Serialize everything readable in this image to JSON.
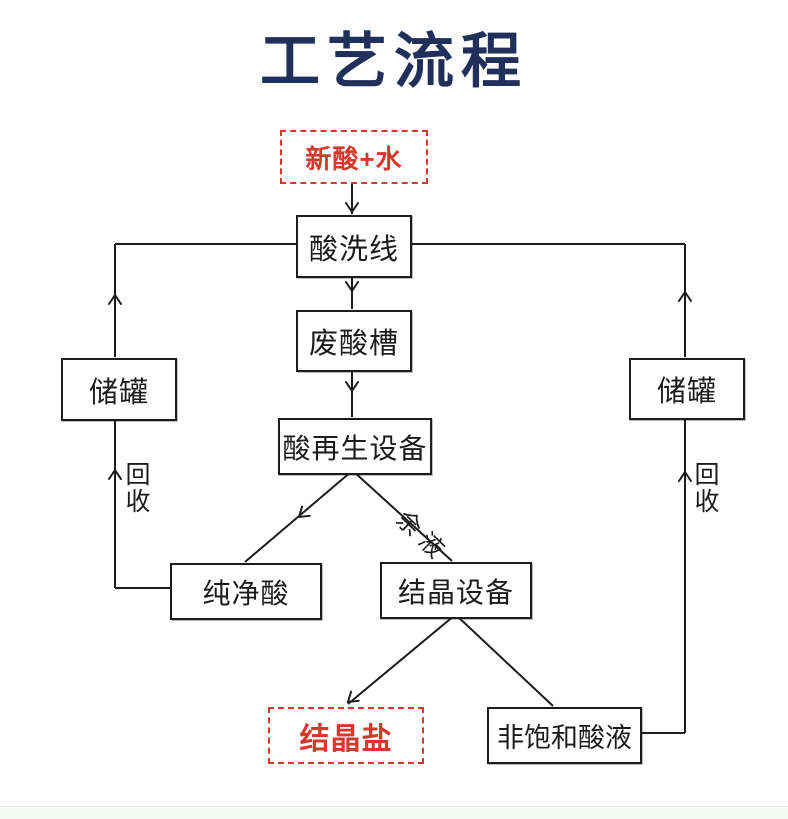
{
  "title": "工艺流程",
  "colors": {
    "title_navy": "#21305b",
    "accent_red": "#d6392b",
    "line_black": "#1c1c1c"
  },
  "nodes": {
    "fresh_acid": {
      "label": "新酸+水",
      "style": "dashed-red"
    },
    "pickling_line": {
      "label": "酸洗线",
      "style": "solid"
    },
    "waste_acid_tank": {
      "label": "废酸槽",
      "style": "solid"
    },
    "acid_regeneration": {
      "label": "酸再生设备",
      "style": "solid"
    },
    "storage_tank_left": {
      "label": "储罐",
      "style": "solid"
    },
    "storage_tank_right": {
      "label": "储罐",
      "style": "solid"
    },
    "pure_acid": {
      "label": "纯净酸",
      "style": "solid"
    },
    "crystallizer": {
      "label": "结晶设备",
      "style": "solid"
    },
    "crystal_salt": {
      "label": "结晶盐",
      "style": "dashed-red"
    },
    "unsaturated_acid": {
      "label": "非饱和酸液",
      "style": "solid"
    }
  },
  "edge_labels": {
    "residual_liquid": "余液",
    "recycle_left": "回收",
    "recycle_right": "回收"
  }
}
